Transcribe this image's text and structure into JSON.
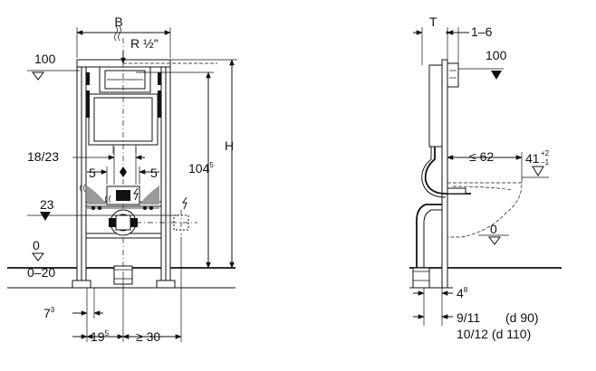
{
  "front_view": {
    "width_label": "B",
    "connection_label": "R ½\"",
    "height_label": "H",
    "dim_104": {
      "base": "104",
      "sup": "5"
    },
    "level_100": "100",
    "level_23": "23",
    "level_0": "0",
    "range_0_20": "0–20",
    "dim_18_23": "18/23",
    "dim_5_left": "5",
    "dim_5_right": "5",
    "dim_7": {
      "base": "7",
      "sup": "3"
    },
    "dim_19": {
      "base": "19",
      "sup": "5"
    },
    "dim_30": "≥ 30"
  },
  "side_view": {
    "depth_label": "T",
    "dim_1_6": "1–6",
    "level_100": "100",
    "dim_62": "≤ 62",
    "dim_41": {
      "base": "41",
      "sup_top": "+2",
      "sup_bottom": "−1"
    },
    "level_0": "0",
    "dim_4": {
      "base": "4",
      "sup": "8"
    },
    "dim_9_11": "9/11",
    "dim_9_11_note": "(d 90)",
    "dim_10_12": "10/12 (d 110)"
  },
  "icons": [
    "water-supply-icon",
    "electrical-icon",
    "level-triangle-icon",
    "arrow-icon"
  ]
}
